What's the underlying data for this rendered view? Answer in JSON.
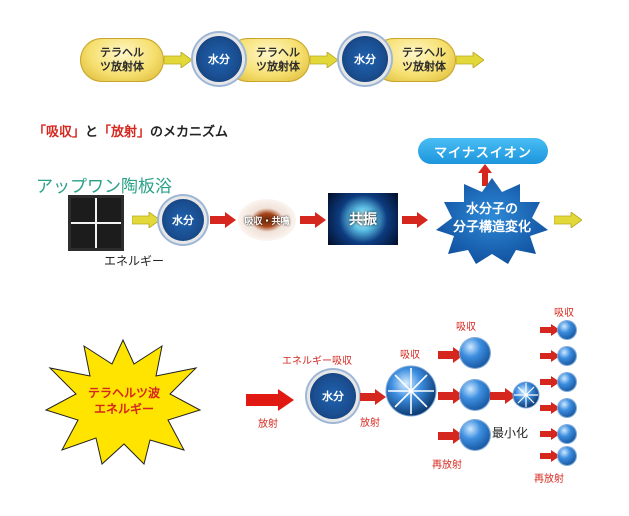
{
  "row1": {
    "emitter_label": "テラヘルツ放射体",
    "water_label": "水分"
  },
  "heading": {
    "absorb": "「吸収」",
    "and": "と",
    "emit": "「放射」",
    "rest": "のメカニズム"
  },
  "row2": {
    "title": "アップワン陶板浴",
    "energy_label": "エネルギー",
    "water_label": "水分",
    "resonance_text": "吸収・共鳴",
    "kyoushin_label": "共振",
    "change_label": "水分子の\n分子構造変化",
    "minus_ion": "マイナスイオン"
  },
  "row3": {
    "burst_label": "テラヘルツ波\nエネルギー",
    "water_label": "水分",
    "energy_absorb": "エネルギー吸収",
    "emit_1": "放射",
    "emit_2": "放射",
    "absorb_1": "吸収",
    "absorb_2": "吸収",
    "absorb_3": "吸収",
    "re_emit_1": "再放射",
    "re_emit_2": "再放射",
    "minimize": "最小化"
  },
  "colors": {
    "accent_red": "#d6271f",
    "arrow_yellow": "#e3d83a",
    "teal": "#2aa087",
    "sky": "#2aa8ea",
    "navy": "#1a4d8f"
  }
}
